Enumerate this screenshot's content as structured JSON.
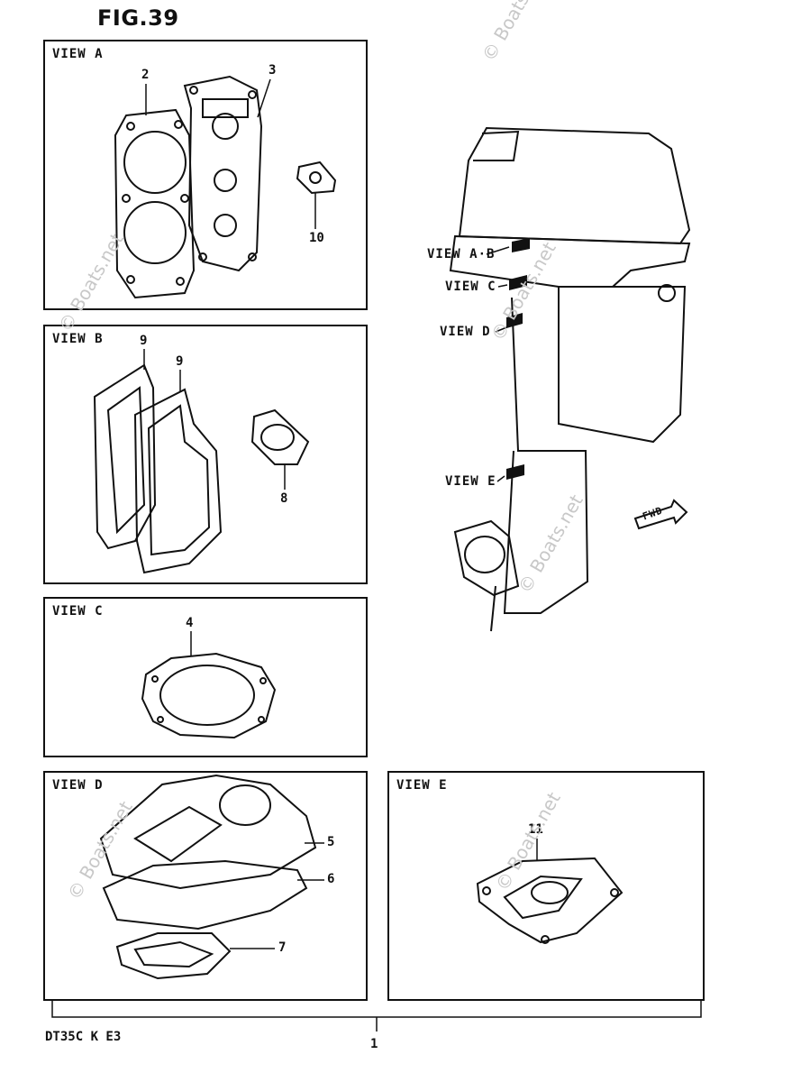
{
  "figure": {
    "title": "FIG.39"
  },
  "panels": {
    "view_a": {
      "label": "VIEW A",
      "callouts": [
        "2",
        "3",
        "10"
      ]
    },
    "view_b": {
      "label": "VIEW B",
      "callouts": [
        "9",
        "9",
        "8"
      ]
    },
    "view_c": {
      "label": "VIEW C",
      "callouts": [
        "4"
      ]
    },
    "view_d": {
      "label": "VIEW D",
      "callouts": [
        "5",
        "6",
        "7"
      ]
    },
    "view_e": {
      "label": "VIEW E",
      "callouts": [
        "11"
      ]
    }
  },
  "engine_views": {
    "ab": "VIEW A·B",
    "c": "VIEW C",
    "d": "VIEW D",
    "e": "VIEW E",
    "fwd": "FWD"
  },
  "footer": {
    "model_code": "DT35C K E3",
    "group_number": "1"
  },
  "watermark_text": "© Boats.net"
}
